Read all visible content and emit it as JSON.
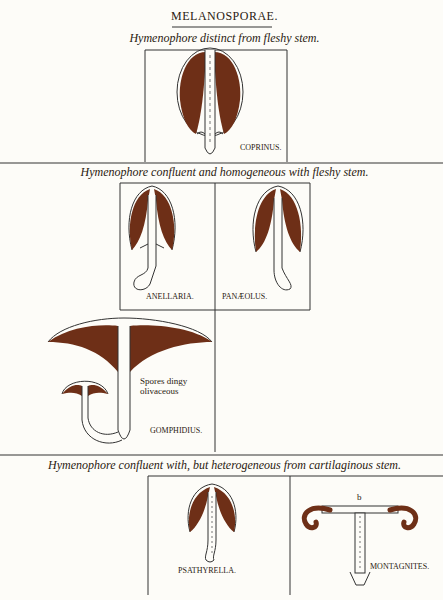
{
  "diagram": {
    "title": "MELANOSPORAE.",
    "labels": [
      "Hymenophore distinct from fleshy stem.",
      "COPRINUS.",
      "Hymenophore confluent and homogeneous with fleshy stem.",
      "ANELLARIA.",
      "PANÆOLUS.",
      "Spores dingy olivaceous",
      "GOMPHIDIUS.",
      "Hymenophore confluent with, but heterogeneous from cartilaginous stem.",
      "PSATHYRELLA.",
      "b",
      "MONTAGNITES."
    ]
  }
}
